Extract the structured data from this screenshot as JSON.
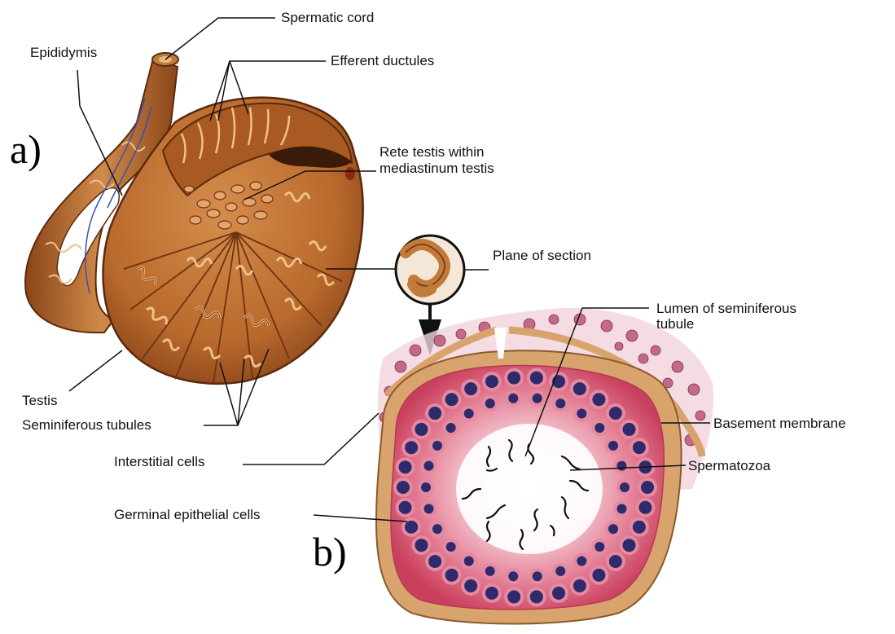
{
  "panels": {
    "a": "a)",
    "b": "b)"
  },
  "labels": {
    "spermatic_cord": "Spermatic cord",
    "epididymis": "Epididymis",
    "efferent_ductules": "Efferent ductules",
    "rete_testis_1": "Rete testis within",
    "rete_testis_2": "mediastinum testis",
    "plane_of_section": "Plane of section",
    "lumen_1": "Lumen of seminiferous",
    "lumen_2": "tubule",
    "testis": "Testis",
    "seminiferous_tubules": "Seminiferous tubules",
    "basement_membrane": "Basement membrane",
    "interstitial_cells": "Interstitial cells",
    "spermatozoa": "Spermatozoa",
    "germinal_epithelial_cells": "Germinal epithelial cells"
  },
  "colors": {
    "tissue": "#b8692c",
    "tissue_dark": "#6e3313",
    "tissue_light": "#e4a66a",
    "tubule_wall": "#e3b079",
    "epithelium": "#e0607a",
    "nucleus": "#2e2a6b",
    "lumen": "#ffffff"
  }
}
